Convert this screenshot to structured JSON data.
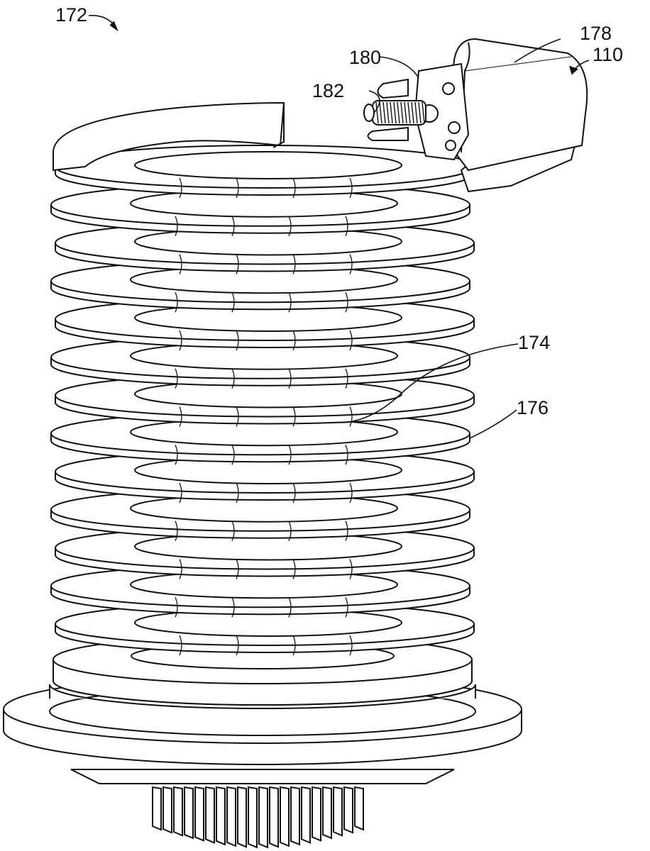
{
  "figure": {
    "labels": {
      "assembly": "172",
      "body": "174",
      "helical_fin": "176",
      "housing": "178",
      "plate": "180",
      "threaded_fastener": "182",
      "unit": "110"
    },
    "ring_count": 13
  }
}
